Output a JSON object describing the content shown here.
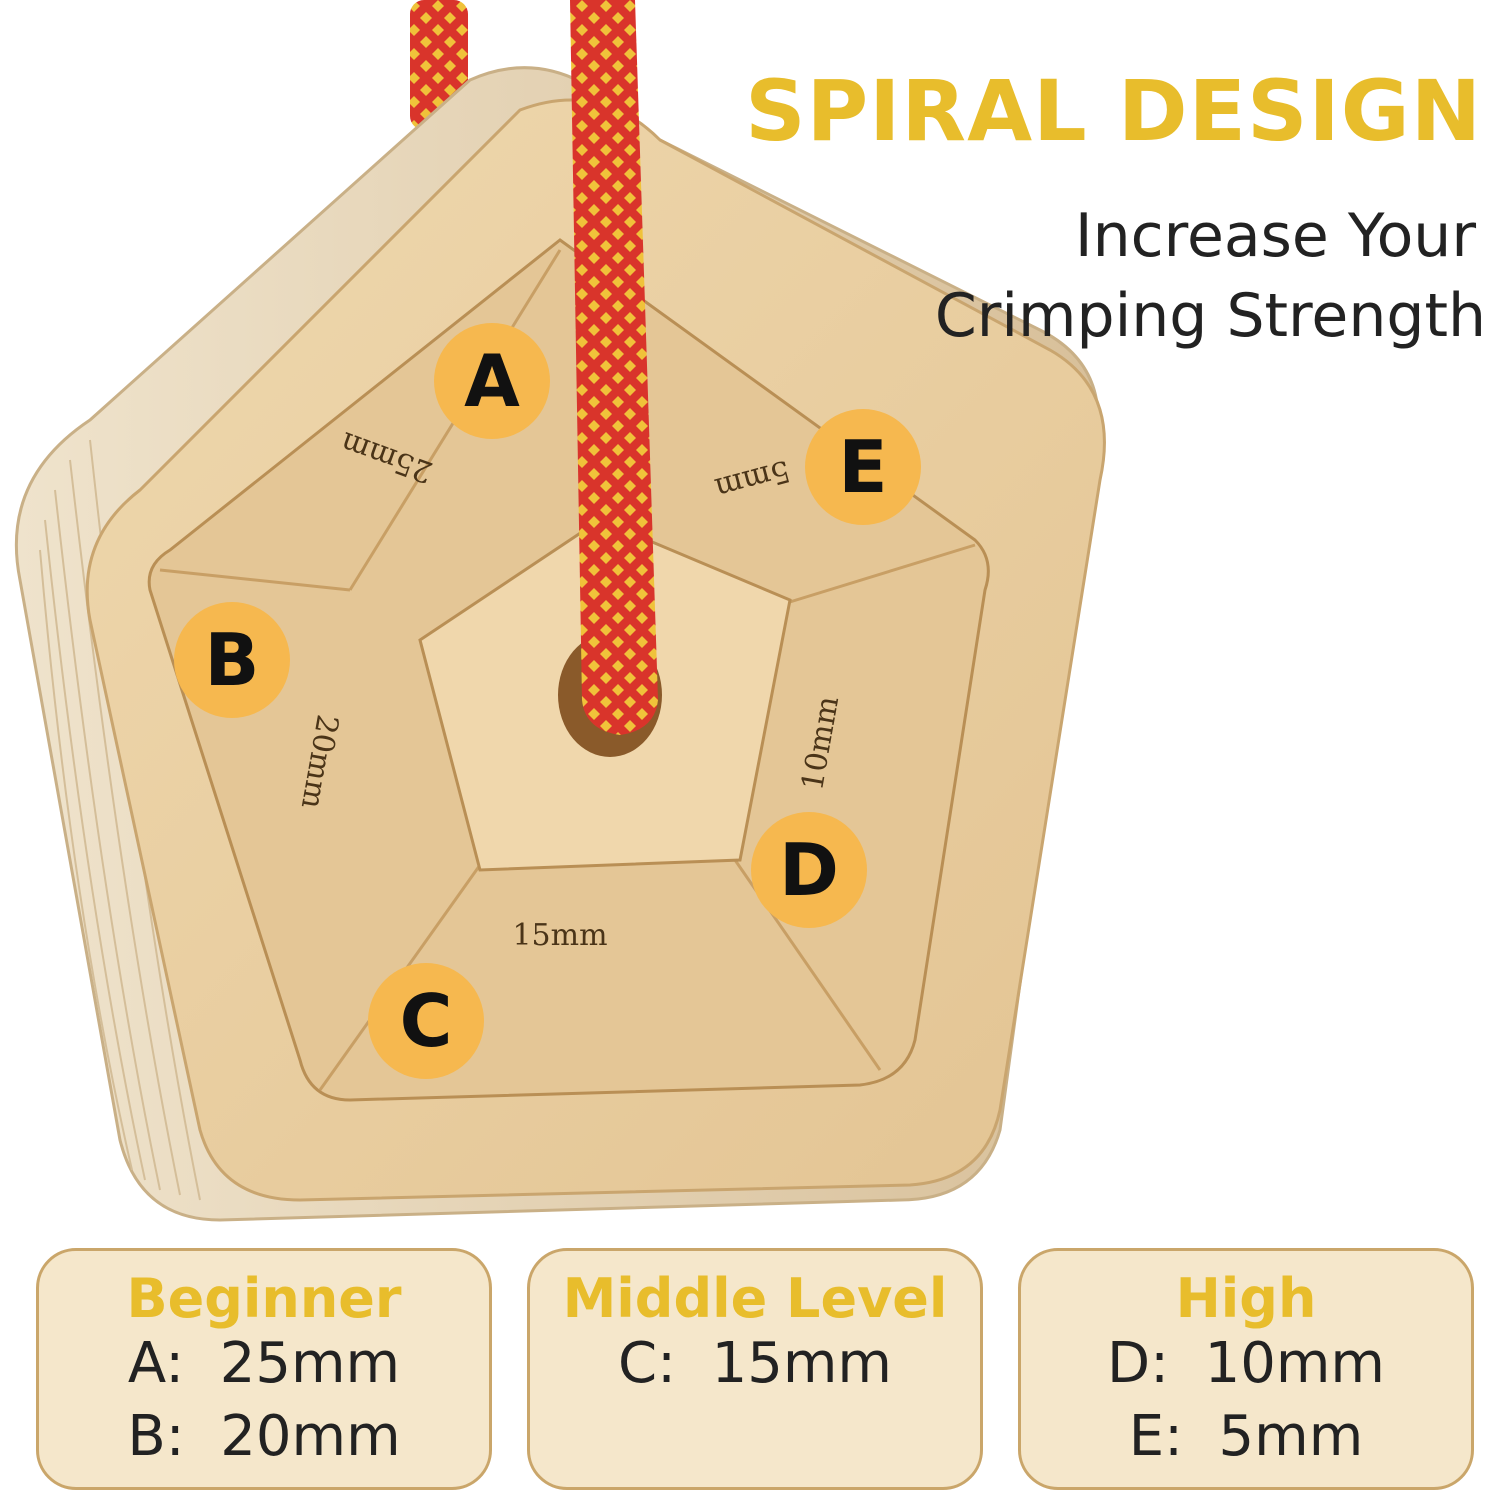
{
  "heading": {
    "title": "SPIRAL DESIGN",
    "subtitle_line1": "Increase Your",
    "subtitle_line2": "Crimping Strength"
  },
  "badges": {
    "a": "A",
    "b": "B",
    "c": "C",
    "d": "D",
    "e": "E"
  },
  "engravings": {
    "a": "25mm",
    "b": "20mm",
    "c": "15mm",
    "d": "10mm",
    "e": "5mm"
  },
  "levels": [
    {
      "title": "Beginner",
      "lines": [
        "A:  25mm",
        "B:  20mm"
      ]
    },
    {
      "title": "Middle Level",
      "lines": [
        "C:  15mm"
      ]
    },
    {
      "title": "High",
      "lines": [
        "D:  10mm",
        "E:  5mm"
      ]
    }
  ],
  "colors": {
    "accent": "#e8bd2c",
    "badge": "#f6b84f",
    "rope_red": "#d9342b",
    "rope_yellow": "#f0c23a",
    "wood": "#e9cfa3",
    "card_bg": "#f5e7cb"
  }
}
